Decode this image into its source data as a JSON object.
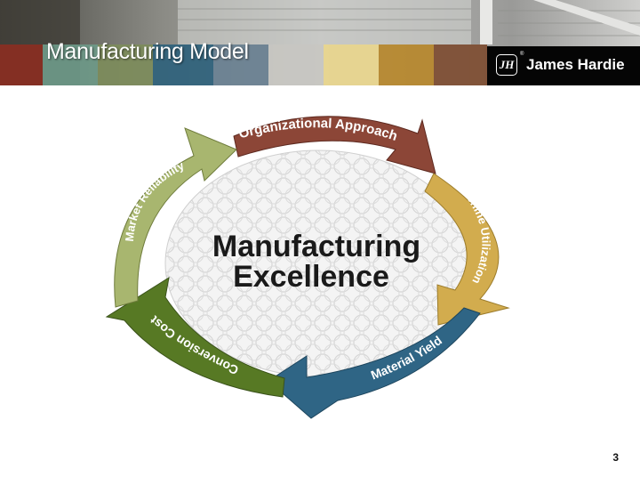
{
  "title": "Manufacturing Model",
  "logo": {
    "name": "James Hardie",
    "monogram": "JH",
    "mark": "®"
  },
  "header": {
    "swatch_colors": [
      "#8a2e22",
      "#6e9988",
      "#7d8c5b",
      "#2f627c",
      "#6a8193",
      "#c9c8c3",
      "#ead78e",
      "#b7882c",
      "#7e4d32"
    ]
  },
  "diagram": {
    "center_text": [
      "Manufacturing",
      "Excellence"
    ],
    "segments": [
      {
        "label": "Organizational Approach",
        "color": "#8c4637"
      },
      {
        "label": "Machine Utilization",
        "color": "#d2ac4e"
      },
      {
        "label": "Material Yield",
        "color": "#2f6585"
      },
      {
        "label": "Conversion Cost",
        "color": "#577924"
      },
      {
        "label": "Market Reliability",
        "color": "#a8b66f"
      }
    ]
  },
  "page_number": "3"
}
